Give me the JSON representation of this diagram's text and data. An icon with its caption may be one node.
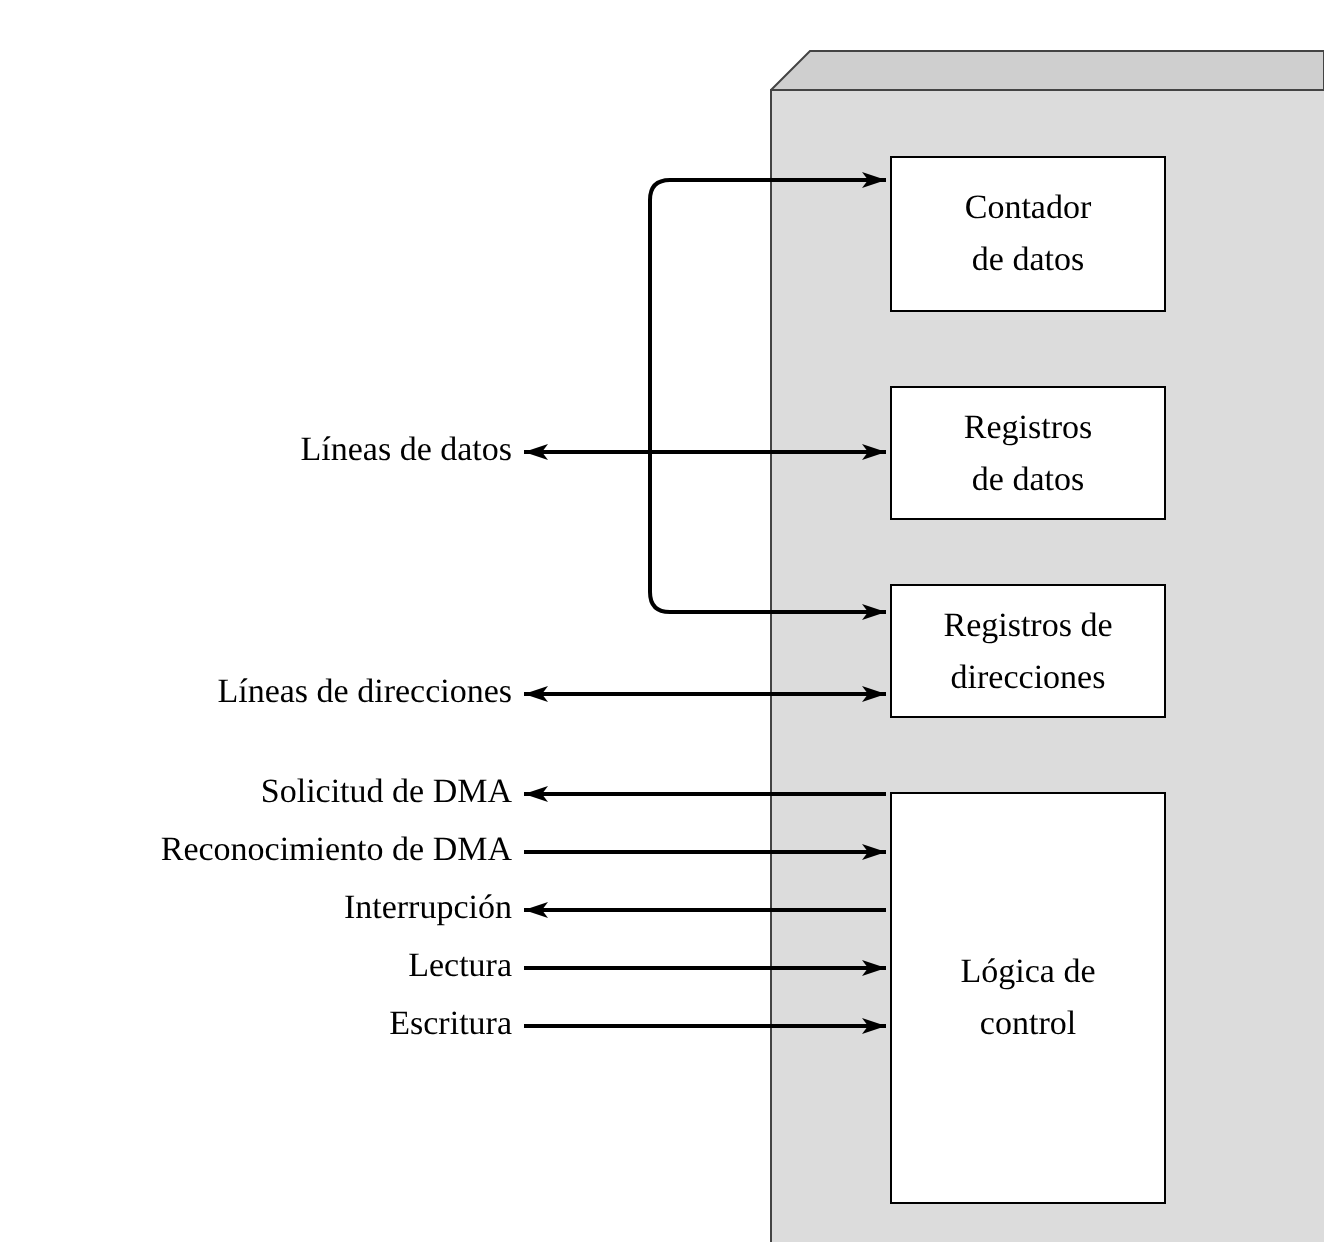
{
  "diagram": {
    "nodes": [
      {
        "text": [],
        "shape": "box"
      },
      {
        "text": [
          "Contador de datos"
        ],
        "in": 0
      },
      {
        "text": [
          "Registros de datos"
        ],
        "in": 0
      },
      {
        "text": [
          "Registros de direcciones"
        ],
        "in": 0
      },
      {
        "text": [
          "Lógica de control"
        ],
        "in": 0
      },
      {
        "text": [
          "Líneas de datos"
        ]
      },
      {
        "text": [
          "Líneas de direcciones"
        ]
      },
      {
        "text": [
          "Solicitud de DMA"
        ]
      },
      {
        "text": [
          "Reconocimiento de DMA"
        ]
      },
      {
        "text": [
          "Interrupción"
        ]
      },
      {
        "text": [
          "Lectura"
        ]
      },
      {
        "text": [
          "Escritura"
        ]
      }
    ],
    "edges": [
      {
        "from": 5,
        "to": 2,
        "arrow": "both"
      },
      {
        "from": 5,
        "to": 1,
        "arrow": "to"
      },
      {
        "from": 5,
        "to": 3,
        "arrow": "to"
      },
      {
        "from": 6,
        "to": 3,
        "arrow": "both"
      },
      {
        "from": 4,
        "to": 7,
        "arrow": "to"
      },
      {
        "from": 8,
        "to": 4,
        "arrow": "to"
      },
      {
        "from": 4,
        "to": 9,
        "arrow": "to"
      },
      {
        "from": 10,
        "to": 4,
        "arrow": "to"
      },
      {
        "from": 11,
        "to": 4,
        "arrow": "to"
      }
    ]
  }
}
